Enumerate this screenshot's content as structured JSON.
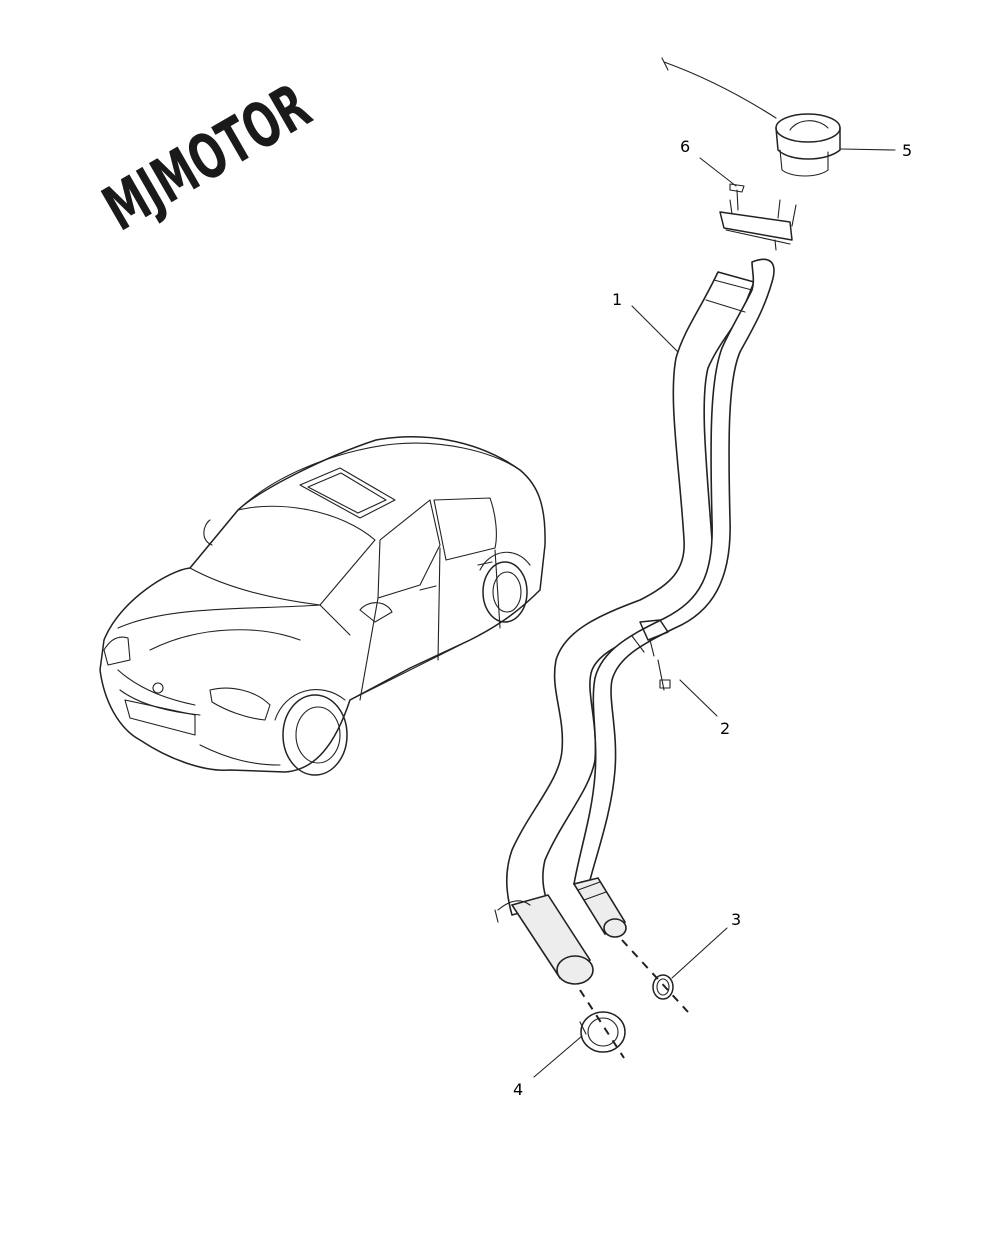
{
  "logo": {
    "text": "MJMOTOR",
    "color": "#1a1a1a"
  },
  "callouts": [
    {
      "id": "1",
      "label": "1"
    },
    {
      "id": "2",
      "label": "2"
    },
    {
      "id": "3",
      "label": "3"
    },
    {
      "id": "4",
      "label": "4"
    },
    {
      "id": "5",
      "label": "5"
    },
    {
      "id": "6",
      "label": "6"
    }
  ],
  "colors": {
    "line": "#222222",
    "background": "#ffffff",
    "hose_fill": "#ededed"
  }
}
